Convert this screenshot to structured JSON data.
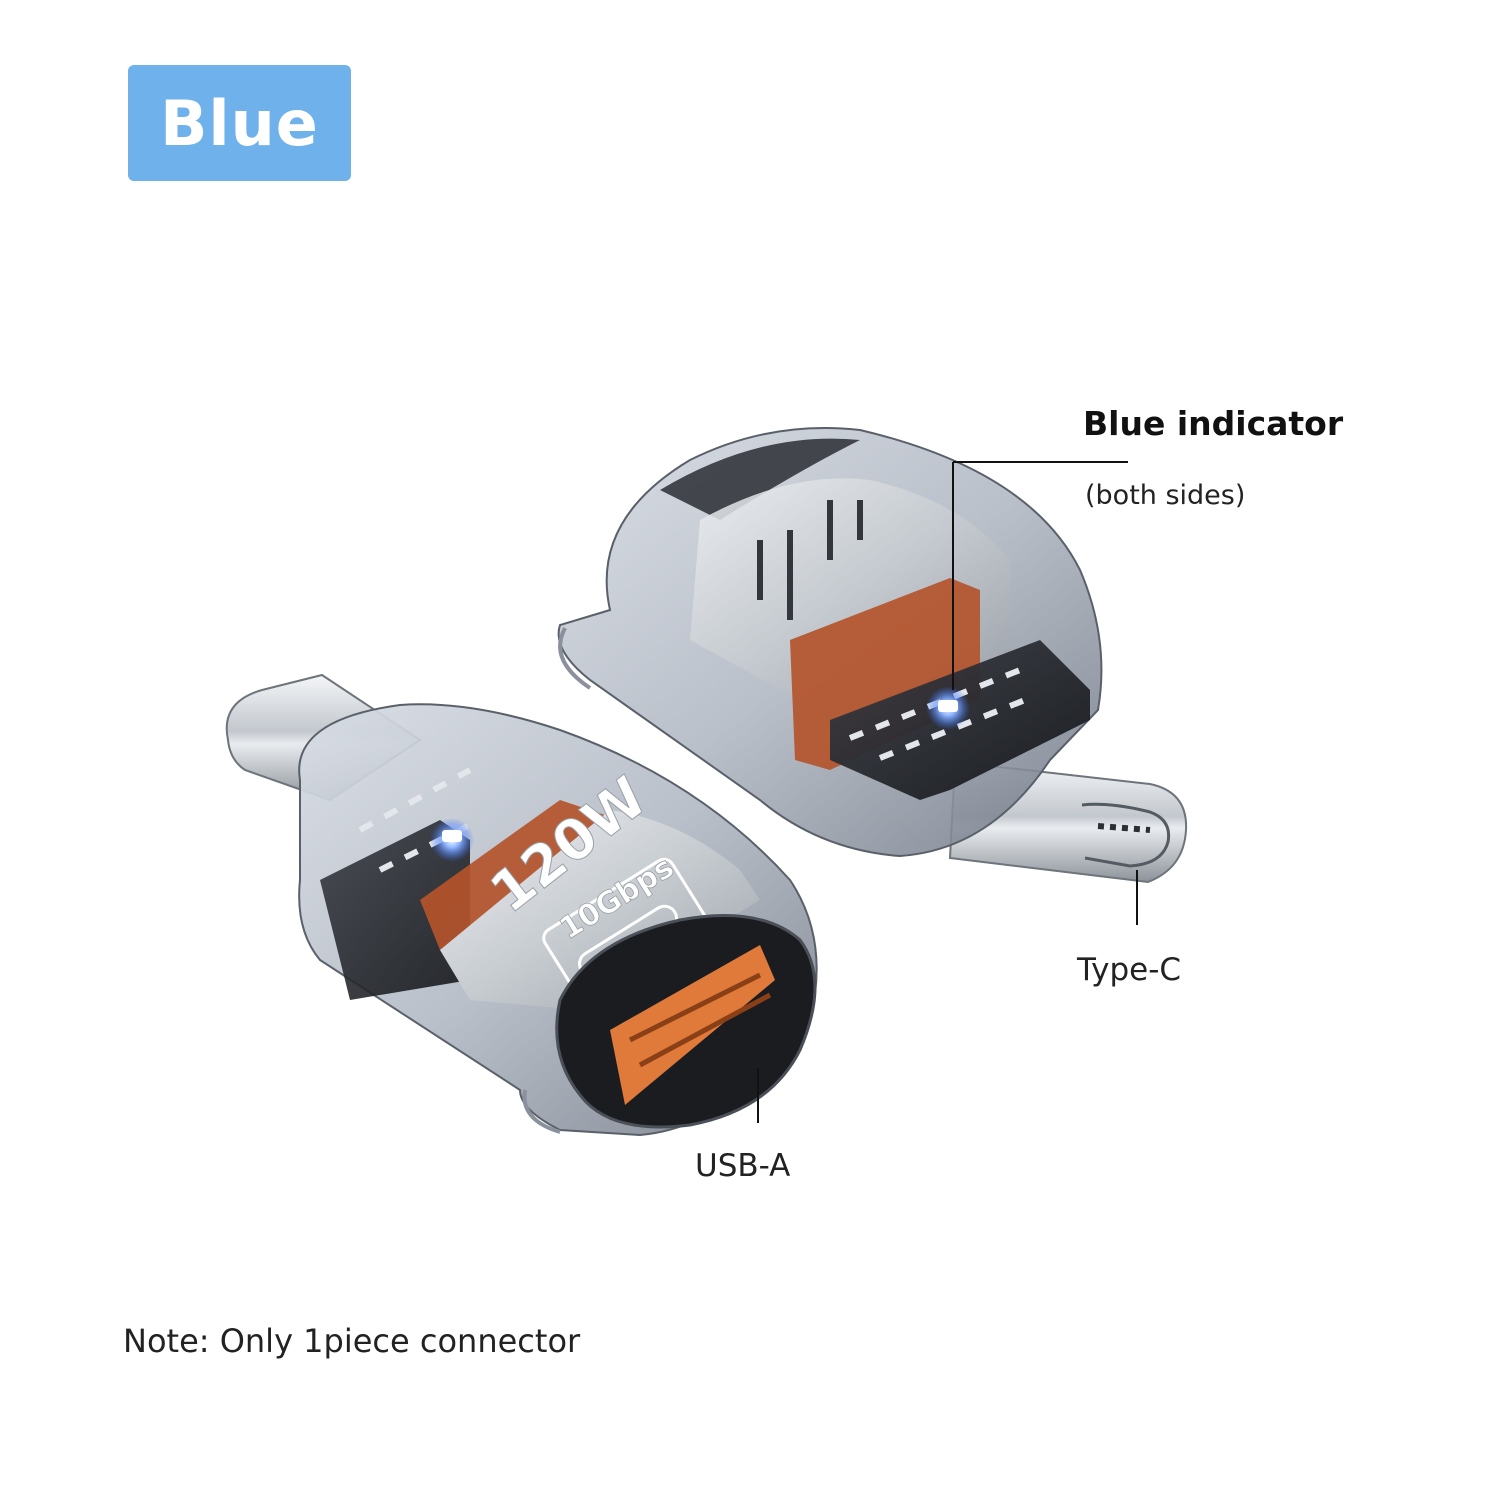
{
  "badge": {
    "label": "Blue",
    "color": "#6fb1ea"
  },
  "callout": {
    "title": "Blue indicator",
    "subtitle": "(both sides)"
  },
  "ports": {
    "type_c_label": "Type-C",
    "usb_a_label": "USB-A"
  },
  "product_markings": {
    "power": "120W",
    "speed": "10Gbps"
  },
  "note": "Note: Only 1piece connector",
  "colors": {
    "accent_led": "#2f6bff",
    "trim": "#b4542b",
    "port_orange": "#e07a3a",
    "shell": "#c9d1dc"
  }
}
